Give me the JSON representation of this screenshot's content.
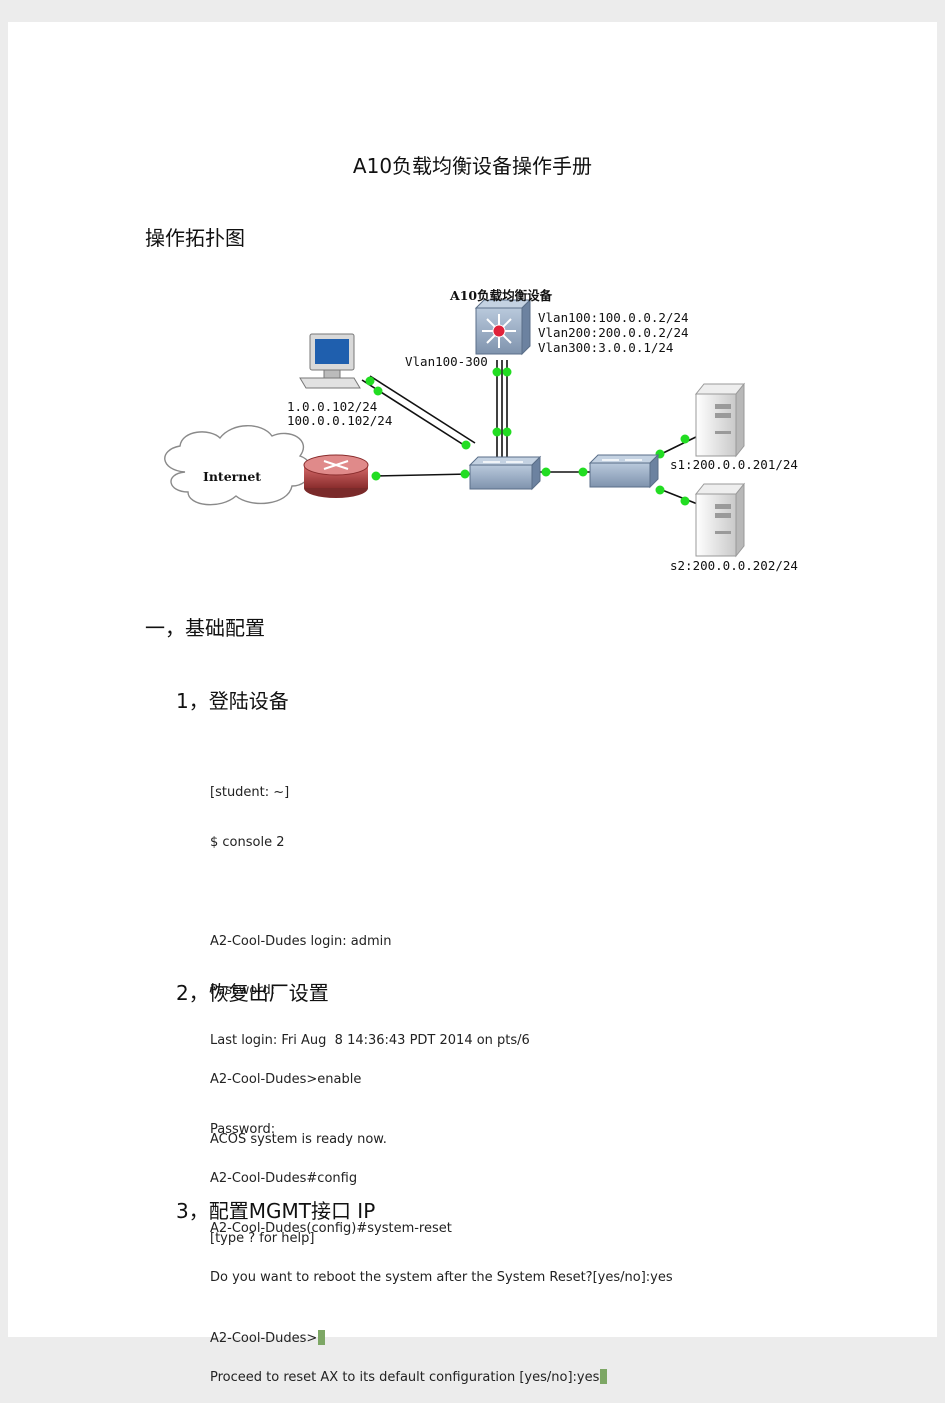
{
  "doc": {
    "title": "A10负载均衡设备操作手册",
    "topology_heading": "操作拓扑图"
  },
  "diagram": {
    "device_label": "A10负载均衡设备",
    "vlan_info": [
      "Vlan100:100.0.0.2/24",
      "Vlan200:200.0.0.2/24",
      "Vlan300:3.0.0.1/24"
    ],
    "trunk_label": "Vlan100-300",
    "pc_ips": [
      "1.0.0.102/24",
      "100.0.0.102/24"
    ],
    "internet_label": "Internet",
    "server1_label": "s1:200.0.0.201/24",
    "server2_label": "s2:200.0.0.202/24"
  },
  "section1": {
    "heading": "一，基础配置",
    "step1": {
      "heading": "1，登陆设备",
      "lines": [
        "[student: ~]",
        "$ console 2",
        "",
        "A2-Cool-Dudes login: admin",
        "Password:",
        "Last login: Fri Aug  8 14:36:43 PDT 2014 on pts/6",
        "",
        "ACOS system is ready now.",
        "",
        "[type ? for help]",
        "",
        "A2-Cool-Dudes>"
      ]
    },
    "step2": {
      "heading": "2，恢复出厂设置",
      "lines": [
        "A2-Cool-Dudes>enable",
        "Password:",
        "A2-Cool-Dudes#config",
        "A2-Cool-Dudes(config)#system-reset",
        "Do you want to reboot the system after the System Reset?[yes/no]:yes",
        "",
        "Proceed to reset AX to its default configuration [yes/no]:yes"
      ]
    },
    "step3": {
      "heading": "3，配置MGMT接口 IP"
    }
  }
}
